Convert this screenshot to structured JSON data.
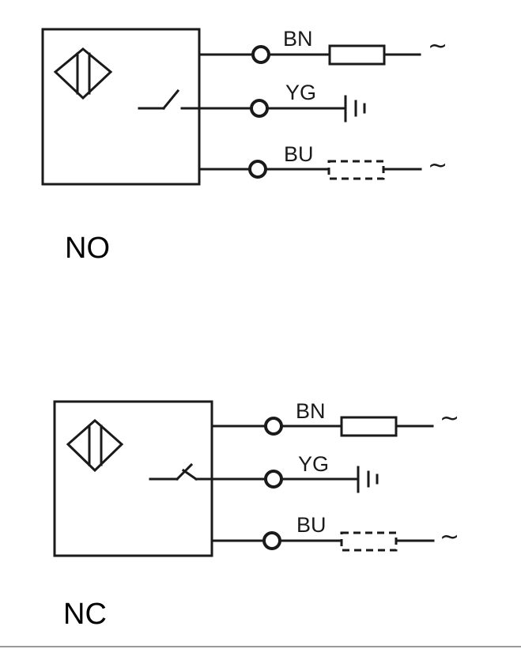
{
  "diagrams": [
    {
      "mode_label": "NO",
      "wires": [
        {
          "label": "BN",
          "tail": "~"
        },
        {
          "label": "YG",
          "tail": ""
        },
        {
          "label": "BU",
          "tail": "~"
        }
      ]
    },
    {
      "mode_label": "NC",
      "wires": [
        {
          "label": "BN",
          "tail": "~"
        },
        {
          "label": "YG",
          "tail": ""
        },
        {
          "label": "BU",
          "tail": "~"
        }
      ]
    }
  ]
}
